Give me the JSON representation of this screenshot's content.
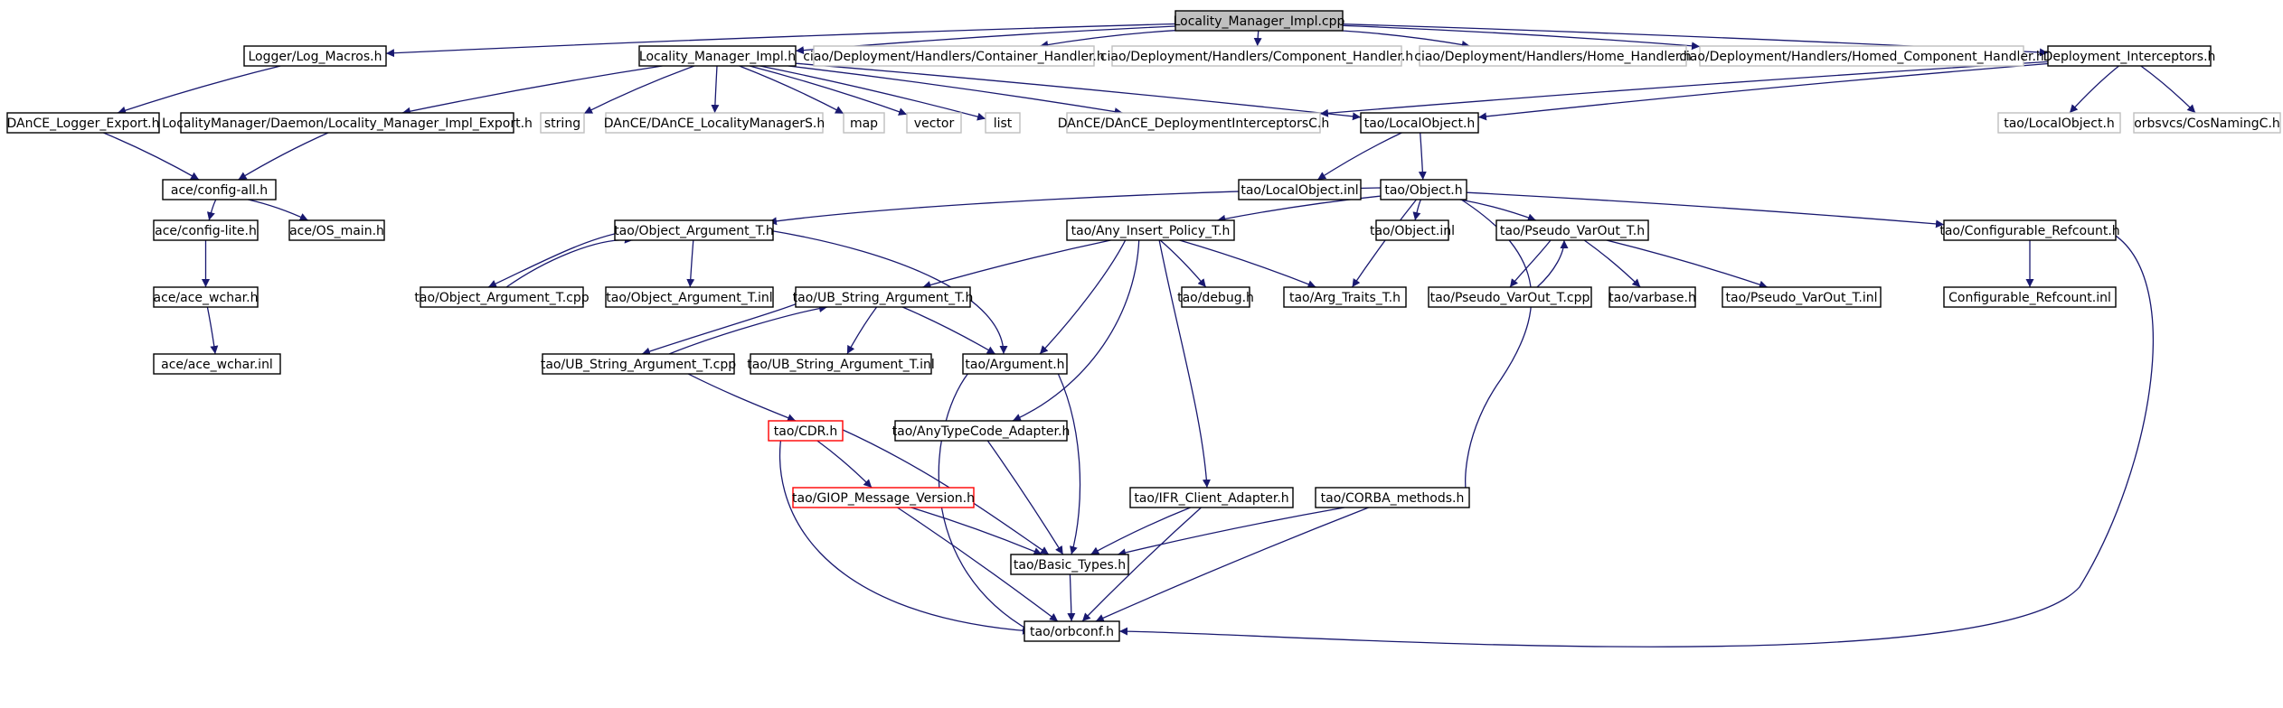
{
  "colors": {
    "edge": "#191970",
    "border_normal": "#000000",
    "border_external": "#bfbfbf",
    "border_truncated": "#ff0000",
    "fill_root": "#bfbfbf",
    "fill_default": "#ffffff"
  },
  "nodes": [
    {
      "id": "root",
      "label": "Locality_Manager_Impl.cpp",
      "style": "root"
    },
    {
      "id": "logmacros",
      "label": "Logger/Log_Macros.h",
      "style": "normal"
    },
    {
      "id": "lmimplh",
      "label": "Locality_Manager_Impl.h",
      "style": "normal"
    },
    {
      "id": "container",
      "label": "ciao/Deployment/Handlers/Container_Handler.h",
      "style": "external"
    },
    {
      "id": "component",
      "label": "ciao/Deployment/Handlers/Component_Handler.h",
      "style": "external"
    },
    {
      "id": "home",
      "label": "ciao/Deployment/Handlers/Home_Handler.h",
      "style": "external"
    },
    {
      "id": "homedcomp",
      "label": "ciao/Deployment/Handlers/Homed_Component_Handler.h",
      "style": "external"
    },
    {
      "id": "deplint",
      "label": "Deployment_Interceptors.h",
      "style": "normal"
    },
    {
      "id": "dancelogger",
      "label": "DAnCE_Logger_Export.h",
      "style": "normal"
    },
    {
      "id": "lmexport",
      "label": "LocalityManager/Daemon/Locality_Manager_Impl_Export.h",
      "style": "normal"
    },
    {
      "id": "string",
      "label": "string",
      "style": "external"
    },
    {
      "id": "lmS",
      "label": "DAnCE/DAnCE_LocalityManagerS.h",
      "style": "external"
    },
    {
      "id": "map",
      "label": "map",
      "style": "external"
    },
    {
      "id": "vector",
      "label": "vector",
      "style": "external"
    },
    {
      "id": "list",
      "label": "list",
      "style": "external"
    },
    {
      "id": "depintC",
      "label": "DAnCE/DAnCE_DeploymentInterceptorsC.h",
      "style": "external"
    },
    {
      "id": "localobj",
      "label": "tao/LocalObject.h",
      "style": "normal"
    },
    {
      "id": "localobj2",
      "label": "tao/LocalObject.h",
      "style": "external"
    },
    {
      "id": "cosnaming",
      "label": "orbsvcs/CosNamingC.h",
      "style": "external"
    },
    {
      "id": "configall",
      "label": "ace/config-all.h",
      "style": "normal"
    },
    {
      "id": "localobjinl",
      "label": "tao/LocalObject.inl",
      "style": "normal"
    },
    {
      "id": "objecth",
      "label": "tao/Object.h",
      "style": "normal"
    },
    {
      "id": "configlite",
      "label": "ace/config-lite.h",
      "style": "normal"
    },
    {
      "id": "osmain",
      "label": "ace/OS_main.h",
      "style": "normal"
    },
    {
      "id": "objargT",
      "label": "tao/Object_Argument_T.h",
      "style": "normal"
    },
    {
      "id": "anyins",
      "label": "tao/Any_Insert_Policy_T.h",
      "style": "normal"
    },
    {
      "id": "objinl",
      "label": "tao/Object.inl",
      "style": "normal"
    },
    {
      "id": "pseudoT",
      "label": "tao/Pseudo_VarOut_T.h",
      "style": "normal"
    },
    {
      "id": "confrefc",
      "label": "tao/Configurable_Refcount.h",
      "style": "normal"
    },
    {
      "id": "acewchar",
      "label": "ace/ace_wchar.h",
      "style": "normal"
    },
    {
      "id": "objargcpp",
      "label": "tao/Object_Argument_T.cpp",
      "style": "normal"
    },
    {
      "id": "objarginl",
      "label": "tao/Object_Argument_T.inl",
      "style": "normal"
    },
    {
      "id": "ubstrT",
      "label": "tao/UB_String_Argument_T.h",
      "style": "normal"
    },
    {
      "id": "debugh",
      "label": "tao/debug.h",
      "style": "normal"
    },
    {
      "id": "argtraits",
      "label": "tao/Arg_Traits_T.h",
      "style": "normal"
    },
    {
      "id": "pseudocpp",
      "label": "tao/Pseudo_VarOut_T.cpp",
      "style": "normal"
    },
    {
      "id": "varbase",
      "label": "tao/varbase.h",
      "style": "normal"
    },
    {
      "id": "pseudoinl",
      "label": "tao/Pseudo_VarOut_T.inl",
      "style": "normal"
    },
    {
      "id": "confrefcinl",
      "label": "Configurable_Refcount.inl",
      "style": "normal"
    },
    {
      "id": "acewcharinl",
      "label": "ace/ace_wchar.inl",
      "style": "normal"
    },
    {
      "id": "ubstrcpp",
      "label": "tao/UB_String_Argument_T.cpp",
      "style": "normal"
    },
    {
      "id": "ubstrinl",
      "label": "tao/UB_String_Argument_T.inl",
      "style": "normal"
    },
    {
      "id": "argumenth",
      "label": "tao/Argument.h",
      "style": "normal"
    },
    {
      "id": "cdrh",
      "label": "tao/CDR.h",
      "style": "truncated"
    },
    {
      "id": "anytc",
      "label": "tao/AnyTypeCode_Adapter.h",
      "style": "normal"
    },
    {
      "id": "giop",
      "label": "tao/GIOP_Message_Version.h",
      "style": "truncated"
    },
    {
      "id": "ifr",
      "label": "tao/IFR_Client_Adapter.h",
      "style": "normal"
    },
    {
      "id": "corbam",
      "label": "tao/CORBA_methods.h",
      "style": "normal"
    },
    {
      "id": "basictypes",
      "label": "tao/Basic_Types.h",
      "style": "normal"
    },
    {
      "id": "orbconf",
      "label": "tao/orbconf.h",
      "style": "normal"
    }
  ],
  "edges": [
    [
      "root",
      "logmacros"
    ],
    [
      "root",
      "lmimplh"
    ],
    [
      "root",
      "container"
    ],
    [
      "root",
      "component"
    ],
    [
      "root",
      "home"
    ],
    [
      "root",
      "homedcomp"
    ],
    [
      "root",
      "deplint"
    ],
    [
      "logmacros",
      "dancelogger"
    ],
    [
      "lmimplh",
      "lmexport"
    ],
    [
      "lmimplh",
      "string"
    ],
    [
      "lmimplh",
      "lmS"
    ],
    [
      "lmimplh",
      "map"
    ],
    [
      "lmimplh",
      "vector"
    ],
    [
      "lmimplh",
      "list"
    ],
    [
      "lmimplh",
      "depintC"
    ],
    [
      "lmimplh",
      "localobj"
    ],
    [
      "deplint",
      "depintC"
    ],
    [
      "deplint",
      "localobj"
    ],
    [
      "deplint",
      "localobj2"
    ],
    [
      "deplint",
      "cosnaming"
    ],
    [
      "dancelogger",
      "configall"
    ],
    [
      "lmexport",
      "configall"
    ],
    [
      "localobj",
      "localobjinl"
    ],
    [
      "localobj",
      "objecth"
    ],
    [
      "configall",
      "configlite"
    ],
    [
      "configall",
      "osmain"
    ],
    [
      "configlite",
      "acewchar"
    ],
    [
      "acewchar",
      "acewcharinl"
    ],
    [
      "objecth",
      "objargT"
    ],
    [
      "objecth",
      "anyins"
    ],
    [
      "objecth",
      "argtraits"
    ],
    [
      "objecth",
      "objinl"
    ],
    [
      "objecth",
      "pseudoT"
    ],
    [
      "objecth",
      "confrefc"
    ],
    [
      "objecth",
      "corbam"
    ],
    [
      "objargT",
      "objargcpp"
    ],
    [
      "objargcpp",
      "objargT"
    ],
    [
      "objargT",
      "objarginl"
    ],
    [
      "objargT",
      "argumenth"
    ],
    [
      "anyins",
      "ubstrT"
    ],
    [
      "anyins",
      "debugh"
    ],
    [
      "anyins",
      "argtraits"
    ],
    [
      "anyins",
      "argumenth"
    ],
    [
      "anyins",
      "anytc"
    ],
    [
      "anyins",
      "ifr"
    ],
    [
      "pseudoT",
      "pseudocpp"
    ],
    [
      "pseudocpp",
      "pseudoT"
    ],
    [
      "pseudoT",
      "varbase"
    ],
    [
      "pseudoT",
      "pseudoinl"
    ],
    [
      "confrefc",
      "confrefcinl"
    ],
    [
      "confrefc",
      "orbconf"
    ],
    [
      "ubstrT",
      "ubstrcpp"
    ],
    [
      "ubstrcpp",
      "ubstrT"
    ],
    [
      "ubstrT",
      "ubstrinl"
    ],
    [
      "ubstrT",
      "argumenth"
    ],
    [
      "ubstrcpp",
      "cdrh"
    ],
    [
      "argumenth",
      "orbconf"
    ],
    [
      "argumenth",
      "basictypes"
    ],
    [
      "cdrh",
      "giop"
    ],
    [
      "cdrh",
      "basictypes"
    ],
    [
      "cdrh",
      "orbconf"
    ],
    [
      "anytc",
      "basictypes"
    ],
    [
      "giop",
      "basictypes"
    ],
    [
      "giop",
      "orbconf"
    ],
    [
      "ifr",
      "basictypes"
    ],
    [
      "ifr",
      "orbconf"
    ],
    [
      "corbam",
      "basictypes"
    ],
    [
      "corbam",
      "orbconf"
    ],
    [
      "basictypes",
      "orbconf"
    ]
  ]
}
